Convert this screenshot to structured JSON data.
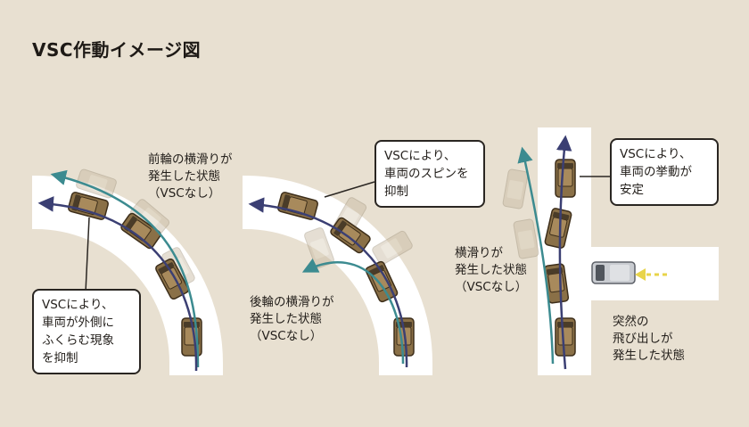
{
  "title": "VSC作動イメージ図",
  "panel1": {
    "label": "前輪の横滑りが\n発生した状態\n（VSCなし）",
    "callout": "VSCにより、\n車両が外側に\nふくらむ現象\nを抑制"
  },
  "panel2": {
    "callout": "VSCにより、\n車両のスピンを\n抑制",
    "label": "後輪の横滑りが\n発生した状態\n（VSCなし）"
  },
  "panel3": {
    "callout": "VSCにより、\n車両の挙動が\n安定",
    "label_skid": "横滑りが\n発生した状態\n（VSCなし）",
    "label_obstacle": "突然の\n飛び出しが\n発生した状態"
  },
  "colors": {
    "background": "#e8e0d1",
    "road": "#ffffff",
    "vsc_path": "#3b3f73",
    "skid_path": "#3c8b90",
    "car_body": "#8a7047",
    "obstacle_arrow": "#e8d44a"
  }
}
